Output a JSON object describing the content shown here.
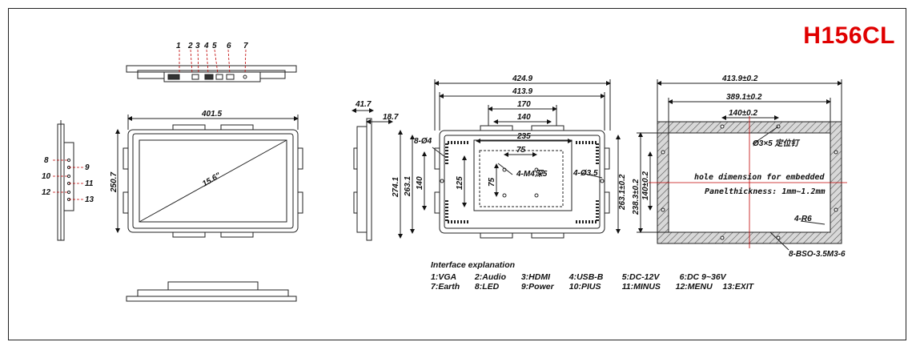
{
  "model": "H156CL",
  "top_view": {
    "port_numbers": [
      "1",
      "2",
      "3",
      "4",
      "5",
      "6",
      "7"
    ]
  },
  "side_view": {
    "port_numbers_left": [
      "8",
      "10",
      "12"
    ],
    "port_numbers_right": [
      "9",
      "11",
      "13"
    ]
  },
  "front_view": {
    "width": "401.5",
    "height": "250.7",
    "diagonal": "15.6\""
  },
  "profile_view": {
    "depth_total": "41.7",
    "depth_body": "18.7"
  },
  "back_view": {
    "overall_width": "424.9",
    "width": "413.9",
    "vesa_outer": "170",
    "vesa_inner": "140",
    "hole_spacing": "235",
    "vesa_small": "75",
    "overall_height": "274.1",
    "height": "263.1",
    "height_inner": "140",
    "height_mid": "125",
    "vesa_small_h": "75",
    "corner_holes": "8-Ø4",
    "screw_holes": "4-M4深5",
    "side_holes": "4-Ø3.5",
    "right_height": "263.1±0.2"
  },
  "cutout_view": {
    "outer_width": "413.9±0.2",
    "inner_width": "389.1±0.2",
    "pin_spacing": "140±0.2",
    "pin_note": "Ø3×5 定位钉",
    "outer_height": "238.3±0.2",
    "pin_height": "140±0.2",
    "note_line1": "hole dimension for embedded",
    "note_line2": "Panelthickness: 1mm~1.2mm",
    "radius": "4-R6",
    "standoff": "8-BSO-3.5M3-6"
  },
  "legend": {
    "title": "Interface explanation",
    "row1": [
      "1:VGA",
      "2:Audio",
      "3:HDMI",
      "4:USB-B",
      "5:DC-12V",
      "6:DC 9~36V"
    ],
    "row2": [
      "7:Earth",
      "8:LED",
      "9:Power",
      "10:PIUS",
      "11:MINUS",
      "12:MENU",
      "13:EXIT"
    ]
  }
}
